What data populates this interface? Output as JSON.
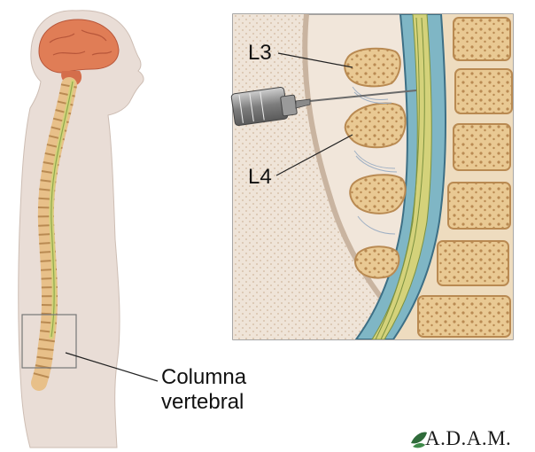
{
  "labels": {
    "l3": "L3",
    "l4": "L4",
    "column_line1": "Columna",
    "column_line2": "vertebral"
  },
  "logo": {
    "text": "A.D.A.M.",
    "icon": "leaf-logo-icon"
  },
  "colors": {
    "body_skin": "#e9ddd6",
    "brain": "#e07d56",
    "spinal_cord": "#d4d27a",
    "vertebra": "#e8c089",
    "csf_blue": "#7fb6c5",
    "syringe": "#8a8a8a"
  }
}
